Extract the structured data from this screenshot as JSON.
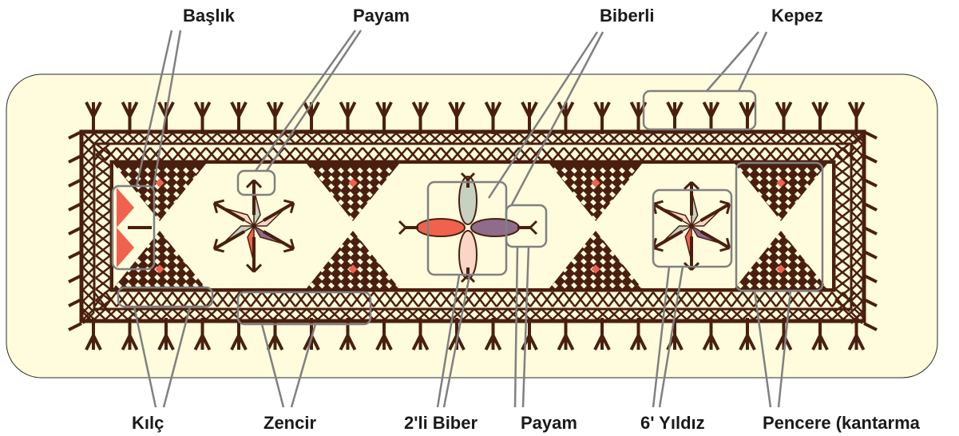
{
  "labels": {
    "top": [
      "Başlık",
      "Payam",
      "Biberli",
      "Kepez"
    ],
    "bottom": [
      "Kılç",
      "Zencir",
      "2'li Biber",
      "Payam",
      "6' Yıldız",
      "Pencere (kantarma"
    ]
  },
  "colors": {
    "background": "#fefcdc",
    "motif_brown": "#4a1f10",
    "callout_gray": "#808080",
    "petal_red": "#f0624d",
    "petal_purple": "#8e6c8a",
    "petal_pink": "#f9d6c6",
    "petal_sage": "#c7d1c2"
  }
}
